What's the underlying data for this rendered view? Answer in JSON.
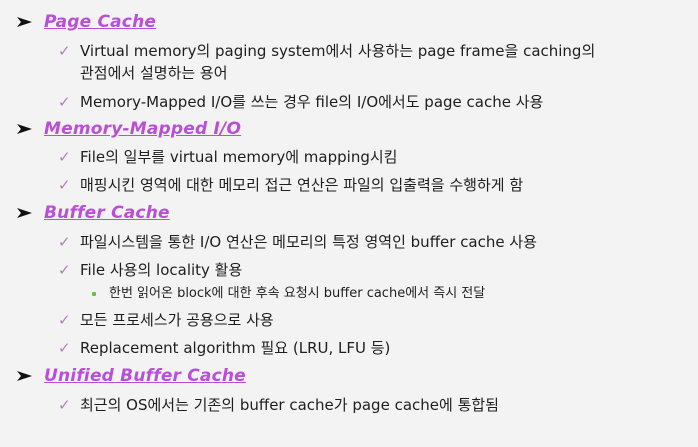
{
  "sections": [
    {
      "title": "Page Cache",
      "items": [
        "Virtual memory의 paging system에서 사용하는 page frame을 caching의\n관점에서 설명하는 용어",
        "Memory-Mapped I/O를 쓰는 경우 file의 I/O에서도 page cache 사용"
      ]
    },
    {
      "title": "Memory-Mapped I/O",
      "items": [
        "File의 일부를 virtual memory에 mapping시킴",
        "매핑시킨 영역에 대한 메모리 접근 연산은 파일의 입출력을 수행하게 함"
      ]
    },
    {
      "title": "Buffer Cache",
      "items": [
        "파일시스템을 통한 I/O 연산은 메모리의 특정 영역인 buffer cache 사용",
        "File 사용의 locality 활용",
        "모든 프로세스가 공용으로 사용",
        "Replacement algorithm 필요 (LRU, LFU 등)"
      ],
      "subitem": "한번 읽어온 block에 대한 후속 요청시 buffer cache에서 즉시 전달"
    },
    {
      "title": "Unified Buffer Cache",
      "items": [
        "최근의 OS에서는 기존의 buffer cache가 page cache에 통합됨"
      ]
    }
  ],
  "icons": {
    "heading_bullet": "arrow-bullet-icon",
    "item_bullet": "checkmark-icon",
    "subitem_bullet": "square-bullet-icon"
  },
  "colors": {
    "heading": "#b84fd6",
    "check": "#b07fc0",
    "sub_bullet": "#6bbf45",
    "background": "#f3f3f3"
  }
}
